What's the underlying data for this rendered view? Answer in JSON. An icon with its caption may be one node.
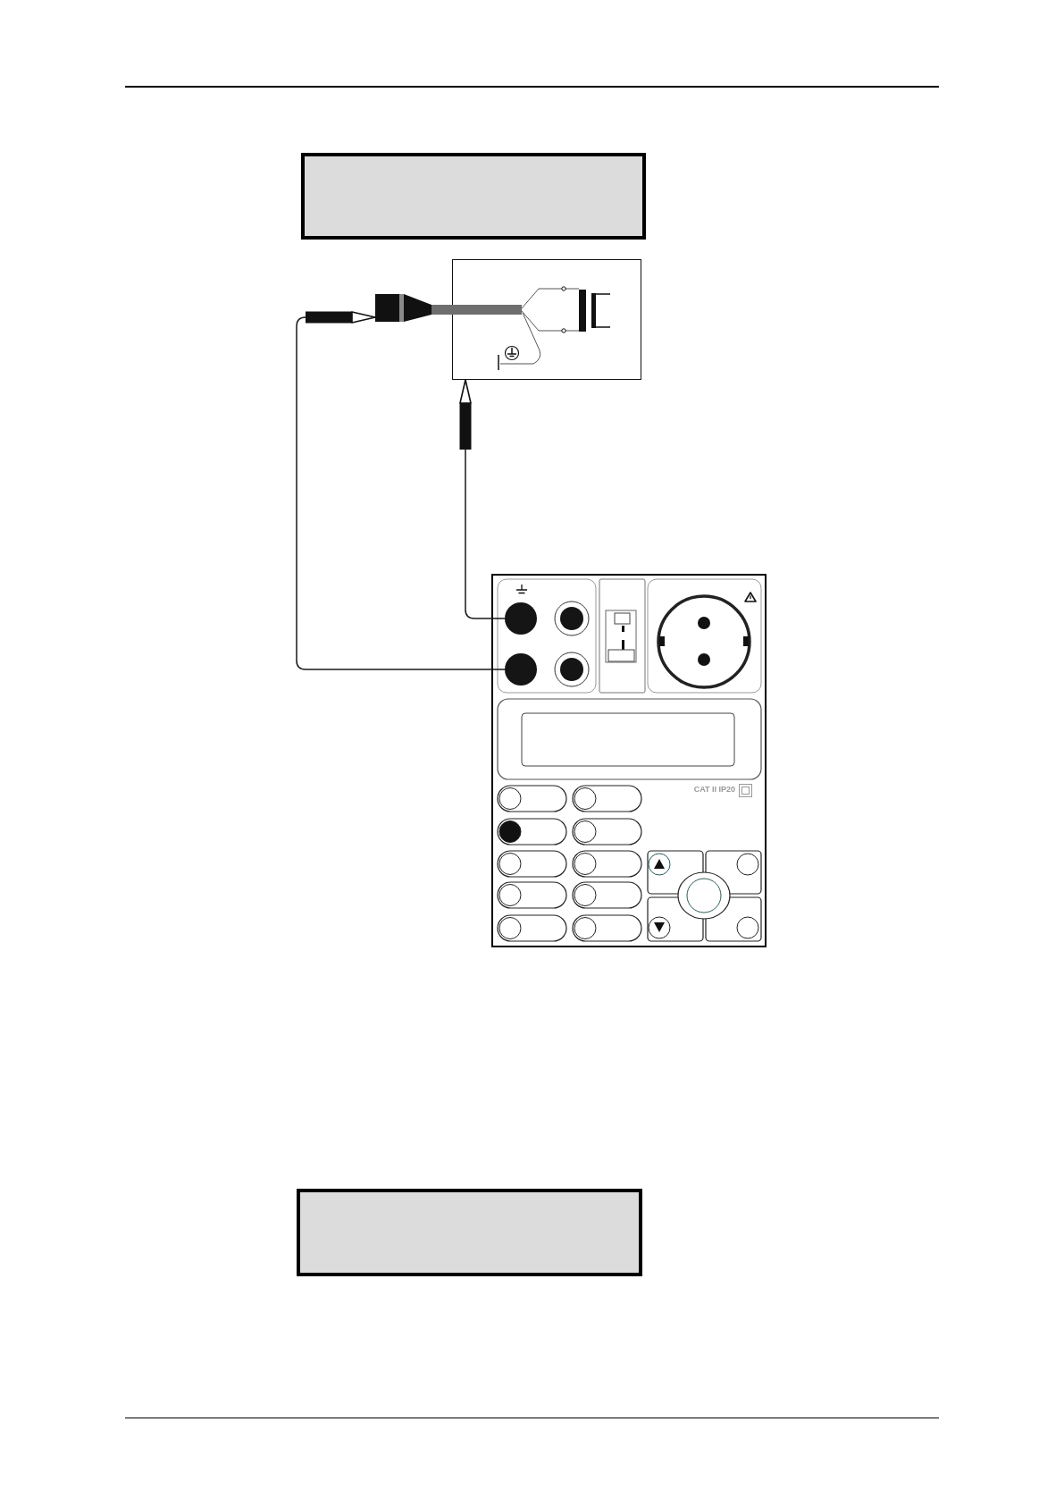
{
  "diagram": {
    "nodes": [
      {
        "text": [],
        "shape": "box"
      },
      {
        "text": [],
        "shape": "picture"
      },
      {
        "text": [],
        "shape": "picture"
      },
      {
        "text": [],
        "shape": "circle",
        "in": 2
      },
      {
        "text": [],
        "shape": "circle",
        "in": 2
      },
      {
        "text": [],
        "shape": "box"
      }
    ],
    "edges": [
      {
        "from": 3,
        "to": 1,
        "arrow": "to"
      },
      {
        "from": 4,
        "to": 1,
        "arrow": "to"
      }
    ],
    "labels": [
      "CAT II IP20"
    ]
  }
}
